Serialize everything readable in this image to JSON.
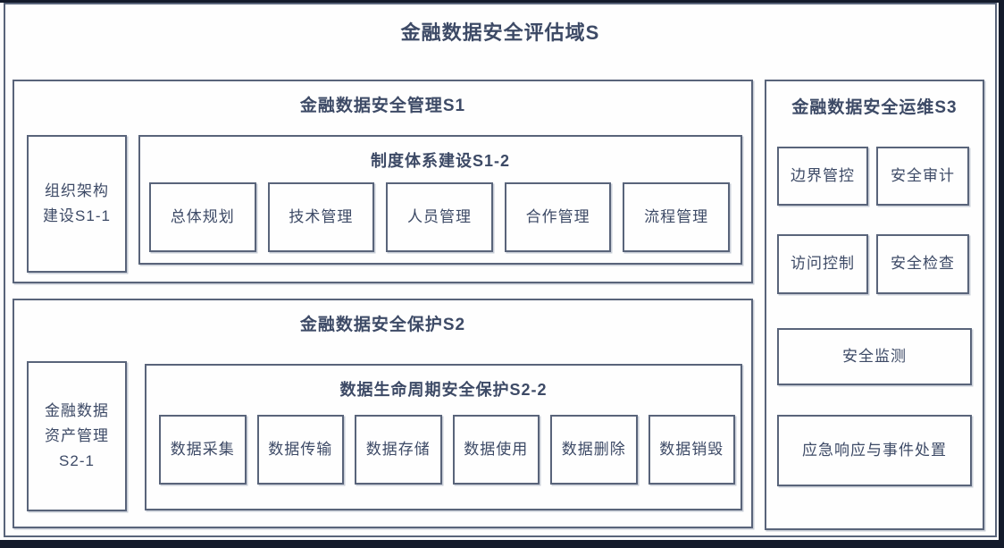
{
  "page": {
    "title": "金融数据安全评估域S"
  },
  "s1": {
    "title": "金融数据安全管理S1",
    "s1_1": {
      "label": "组织架构建设S1-1"
    },
    "s1_2": {
      "title": "制度体系建设S1-2",
      "items": [
        "总体规划",
        "技术管理",
        "人员管理",
        "合作管理",
        "流程管理"
      ]
    }
  },
  "s2": {
    "title": "金融数据安全保护S2",
    "s2_1": {
      "label": "金融数据资产管理S2-1"
    },
    "s2_2": {
      "title": "数据生命周期安全保护S2-2",
      "items": [
        "数据采集",
        "数据传输",
        "数据存储",
        "数据使用",
        "数据删除",
        "数据销毁"
      ]
    }
  },
  "s3": {
    "title": "金融数据安全运维S3",
    "items": [
      "边界管控",
      "安全审计",
      "访问控制",
      "安全检查",
      "安全监测",
      "应急响应与事件处置"
    ]
  },
  "colors": {
    "border": "#59647a",
    "text": "#3d4a66",
    "frame_edge": "#141b2b",
    "background": "#fefefe"
  }
}
